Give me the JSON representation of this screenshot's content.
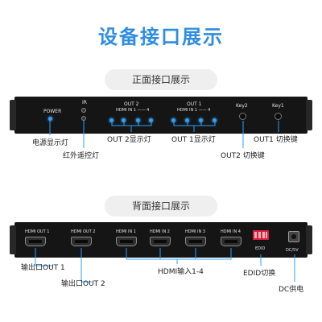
{
  "title": "设备接口展示",
  "front": {
    "heading": "正面接口展示",
    "panel": {
      "power": "POWER",
      "ir": "IR",
      "out2": "OUT 2",
      "out2_sub": "HDMI IN 1 —— 4",
      "out1": "OUT 1",
      "out1_sub": "HDMI IN 1 —— 4",
      "key2": "Key2",
      "key1": "Key1"
    },
    "annotations": {
      "power_led": "电源显示灯",
      "ir_led": "红外遥控灯",
      "out2_leds": "OUT 2显示灯",
      "out1_leds": "OUT 1显示灯",
      "out1_key": "OUT1 切换键",
      "out2_key": "OUT2 切换键"
    },
    "accent": "#2ca0ff"
  },
  "rear": {
    "heading": "背面接口展示",
    "panel": {
      "hdmi_out1": "HDMI OUT 1",
      "hdmi_out2": "HDMI OUT 2",
      "hdmi_in1": "HDMI IN 1",
      "hdmi_in2": "HDMI IN 2",
      "hdmi_in3": "HDMI IN 3",
      "hdmi_in4": "HDMI IN 4",
      "edid": "EDID",
      "dc": "DC/5V"
    },
    "annotations": {
      "out1": "输出口OUT 1",
      "out2": "输出口OUT 2",
      "hdmi_in": "HDMI输入1-4",
      "edid": "EDID切换",
      "dc": "DC供电"
    }
  }
}
